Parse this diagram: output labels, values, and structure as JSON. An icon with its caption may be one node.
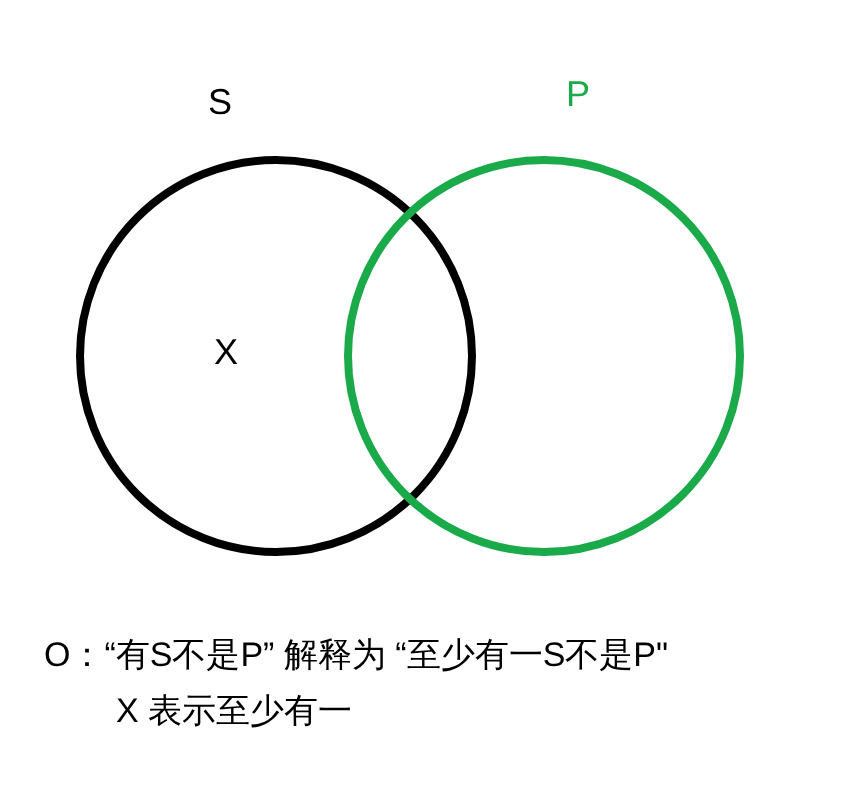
{
  "diagram": {
    "nodes": [
      {
        "text": [
          "S",
          "X"
        ]
      },
      {
        "text": [
          "P"
        ]
      }
    ],
    "labels": [
      "O：“有S不是P” 解释为 “至少有一S不是P\"",
      "X 表示至少有一"
    ]
  }
}
